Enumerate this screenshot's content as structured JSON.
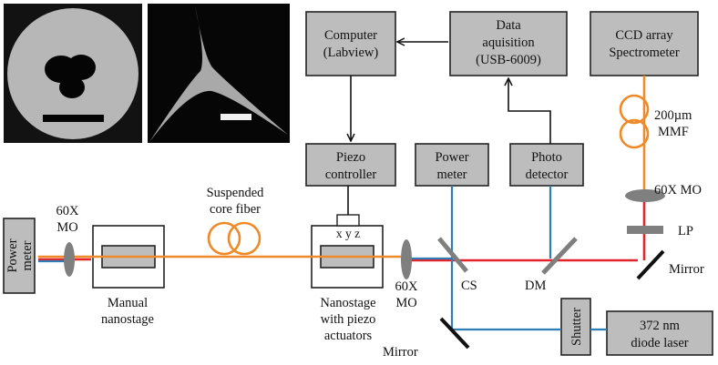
{
  "components": {
    "computer": [
      "Computer",
      "(Labview)"
    ],
    "daq": [
      "Data",
      "aquisition",
      "(USB-6009)"
    ],
    "ccd": [
      "CCD array",
      "Spectrometer"
    ],
    "piezo_controller": [
      "Piezo",
      "controller"
    ],
    "power_meter_top": [
      "Power",
      "meter"
    ],
    "photo_detector": [
      "Photo",
      "detector"
    ],
    "power_meter_left": [
      "Power",
      "meter"
    ],
    "shutter": "Shutter",
    "laser": [
      "372 nm",
      "diode laser"
    ]
  },
  "labels": {
    "mmf": [
      "200µm",
      "MMF"
    ],
    "mo_top_right": "60X MO",
    "lp": "LP",
    "mirror_right": "Mirror",
    "mo_left": [
      "60X",
      "MO"
    ],
    "suspended_fiber": [
      "Suspended",
      "core fiber"
    ],
    "xyz": "x y z",
    "manual_nanostage": [
      "Manual",
      "nanostage"
    ],
    "nanostage_piezo": [
      "Nanostage",
      "with piezo",
      "actuators"
    ],
    "mo_center": [
      "60X",
      "MO"
    ],
    "cs": "CS",
    "dm": "DM",
    "mirror_bottom": "Mirror"
  },
  "colors": {
    "fiber": "#ee8a2a",
    "laser_red": "#e3232c",
    "beam_blue": "#2f7db5",
    "component_gray": "#bdbdbd"
  }
}
